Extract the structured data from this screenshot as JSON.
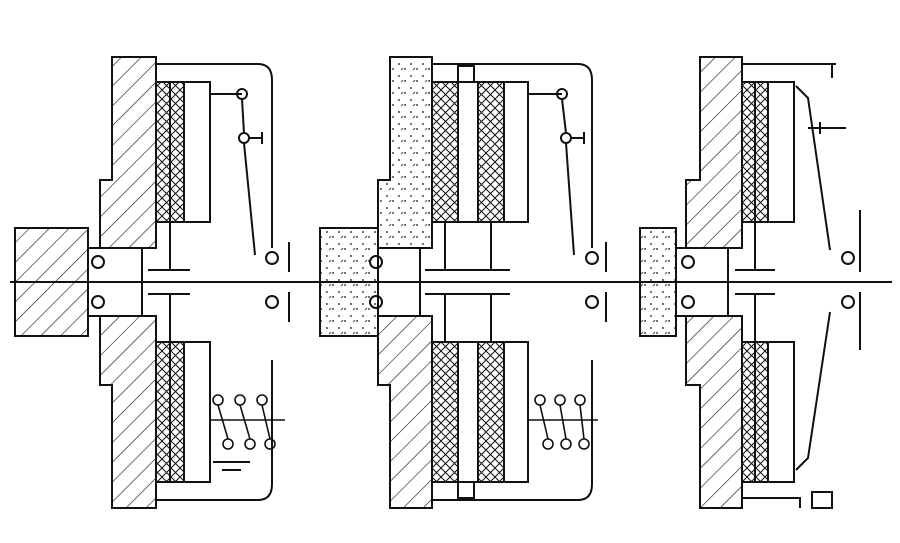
{
  "figure": {
    "panels": [
      {
        "id": "single-plate-coil-spring"
      },
      {
        "id": "twin-plate-coil-spring"
      },
      {
        "id": "diaphragm-spring"
      }
    ],
    "colors": {
      "line": "#111111",
      "background": "#ffffff"
    }
  }
}
